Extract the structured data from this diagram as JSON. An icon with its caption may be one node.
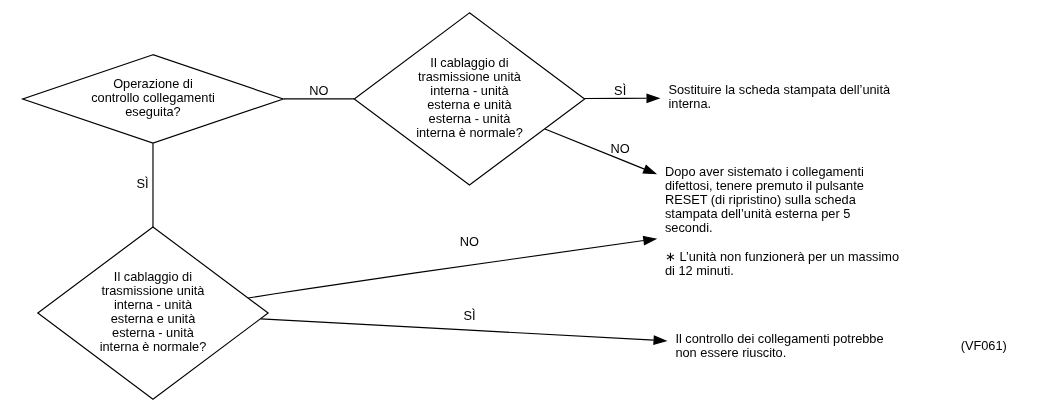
{
  "diagram": {
    "nodes": [
      {
        "text": [
          "Operazione di controllo collegamenti eseguita?"
        ]
      },
      {
        "text": [
          "Il cablaggio di trasmissione unità interna - unità esterna e unità esterna - unità interna è normale?"
        ]
      },
      {
        "text": [
          "Sostituire la scheda stampata dell’unità interna."
        ]
      },
      {
        "text": [
          "Il cablaggio di trasmissione unità interna - unità esterna e unità esterna - unità interna è normale?"
        ]
      },
      {
        "text": [
          "Dopo aver sistemato i collegamenti difettosi, tenere premuto il pulsante RESET (di ripristino) sulla scheda stampata dell’unità esterna per 5 secondi.",
          "∗ L’unità non funzionerà per un massimo di 12 minuti."
        ]
      },
      {
        "text": [
          "Il controllo dei collegamenti potrebbe non essere riuscito."
        ]
      }
    ],
    "edges": [
      {
        "from": 0,
        "to": 1,
        "arrow": "none",
        "label": "NO"
      },
      {
        "from": 1,
        "to": 2,
        "arrow": "to",
        "label": "SÌ"
      },
      {
        "from": 0,
        "to": 3,
        "arrow": "none",
        "label": "SÌ"
      },
      {
        "from": 1,
        "to": 4,
        "arrow": "to",
        "label": "NO"
      },
      {
        "from": 3,
        "to": 4,
        "arrow": "to",
        "label": "NO"
      },
      {
        "from": 3,
        "to": 5,
        "arrow": "to",
        "label": "SÌ"
      }
    ],
    "labels": [
      "(VF061)"
    ]
  }
}
